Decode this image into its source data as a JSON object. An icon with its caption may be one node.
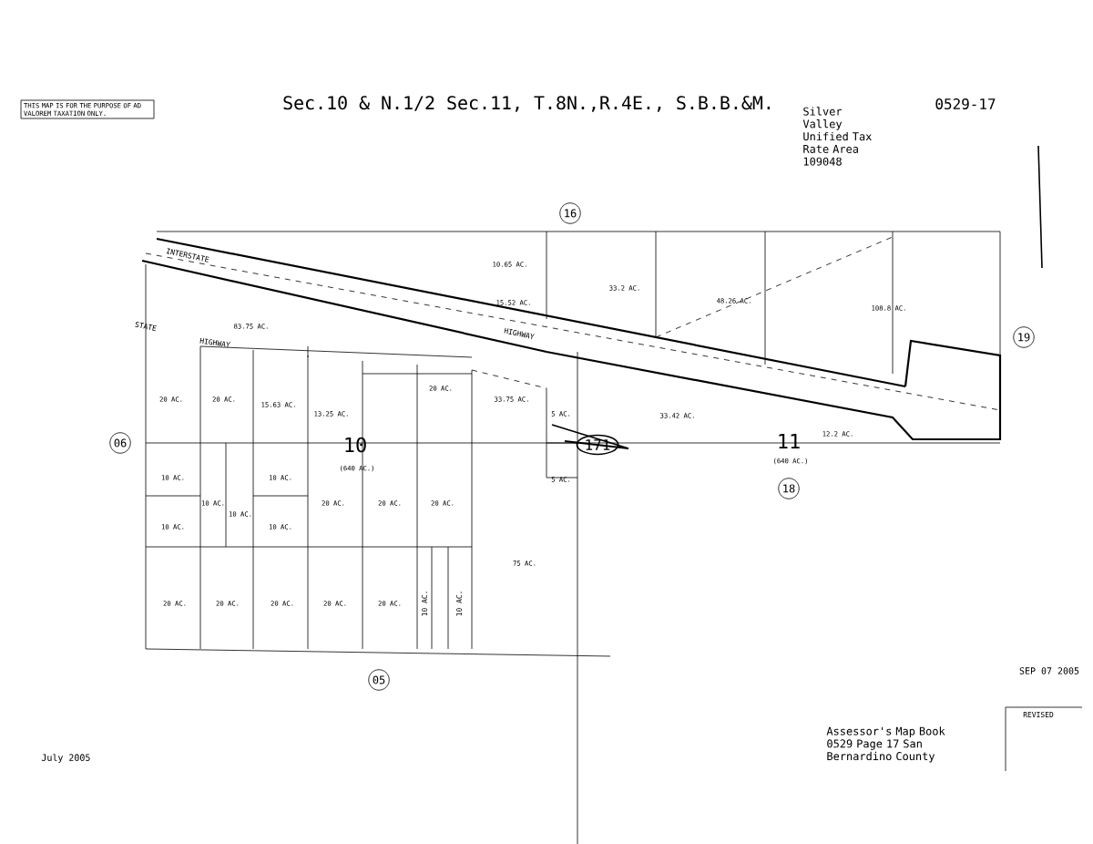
{
  "diagram": {
    "title": "Sec.10 & N.1/2 Sec.11, T.8N.,R.4E., S.B.B.&M.",
    "nodes": [
      {
        "text": [
          "THIS MAP IS FOR THE PURPOSE OF AD VALOREM TAXATION ONLY."
        ]
      },
      {
        "text": [
          "16"
        ]
      },
      {
        "text": [
          "19"
        ]
      },
      {
        "text": [
          "06"
        ]
      },
      {
        "text": [
          "171"
        ]
      },
      {
        "text": [
          "18"
        ]
      },
      {
        "text": [
          "05"
        ]
      }
    ],
    "edges": [],
    "labels": [
      "Silver Valley Unified Tax Rate Area 109048",
      "0529-17",
      "INTERSTATE",
      "STATE",
      "HIGHWAY",
      "HIGHWAY",
      "83.75 AC.",
      "10.65 AC.",
      "15.52 AC.",
      "33.2 AC.",
      "48.26 AC.",
      "108.8 AC.",
      "20 AC.",
      "20 AC.",
      "15.63 AC.",
      "13.25 AC.",
      "20 AC.",
      "33.75 AC.",
      "5 AC.",
      "33.42 AC.",
      "12.2 AC.",
      "10",
      "(640 AC.)",
      "11",
      "(640 AC.)",
      "10 AC.",
      "10 AC.",
      "5 AC.",
      "10 AC.",
      "10 AC.",
      "20 AC.",
      "20 AC.",
      "20 AC.",
      "10 AC.",
      "10 AC.",
      "75 AC.",
      "20 AC.",
      "20 AC.",
      "20 AC.",
      "20 AC.",
      "20 AC.",
      "10 AC.",
      "10 AC.",
      "SEP 07 2005",
      "REVISED",
      "July 2005",
      "Assessor's Map Book 0529 Page 17 San Bernardino County"
    ]
  }
}
